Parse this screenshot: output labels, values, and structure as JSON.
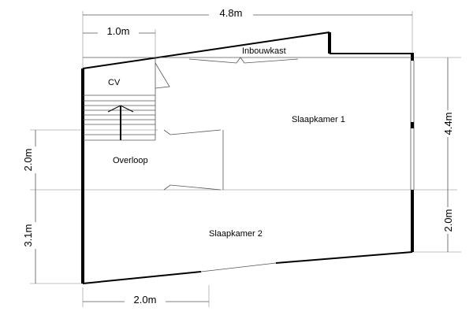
{
  "title": "Floor plan",
  "rooms": {
    "cv": "CV",
    "inbouwkast": "Inbouwkast",
    "slaapkamer1": "Slaapkamer 1",
    "overloop": "Overloop",
    "slaapkamer2": "Slaapkamer 2"
  },
  "dimensions": {
    "top_total": "4.8m",
    "top_stairs": "1.0m",
    "right_upper": "4.4m",
    "right_lower": "2.0m",
    "left_upper": "2.0m",
    "left_lower": "3.1m",
    "bottom": "2.0m"
  },
  "colors": {
    "line": "#000000",
    "guide": "#aaaaaa"
  }
}
